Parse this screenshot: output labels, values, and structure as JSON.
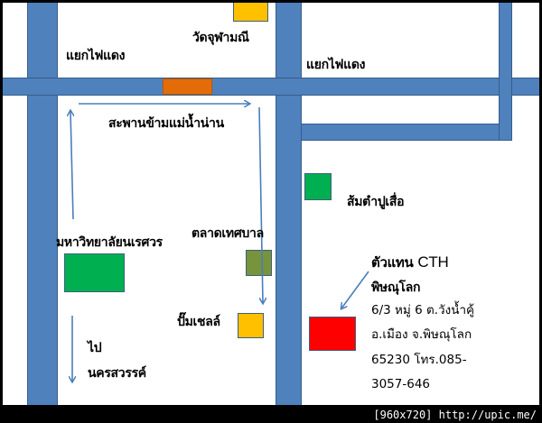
{
  "map": {
    "colors": {
      "road": "#4f81bd",
      "road_border": "#385d8a",
      "arrow": "#4a7ebb",
      "orange_bridge": "#e36c09",
      "yellow_temple": "#ffc000",
      "green_somtam": "#00b050",
      "green_university": "#00b050",
      "olive_market": "#77933c",
      "yellow_shell": "#ffc000",
      "red_agent": "#ff0000"
    },
    "labels": {
      "temple": "วัดจุฬามณี",
      "traffic_light_left": "แยกไฟแดง",
      "traffic_light_right": "แยกไฟแดง",
      "bridge": "สะพานข้ามแม่น้ำน่าน",
      "somtam": "ส้มตำปูเสื่อ",
      "university": "มหาวิทยาลัยนเรศวร",
      "market": "ตลาดเทศบาล",
      "shell": "ปั๊มเชลล์",
      "to_line1": "ไป",
      "to_line2": "นครสวรรค์"
    },
    "agent": {
      "title_th": "ตัวแทน",
      "title_brand": "CTH",
      "city": "พิษณุโลก",
      "address_lines": [
        "6/3  หมู่ 6 ต.วังน้ำคู้",
        "อ.เมือง  จ.พิษณุโลก",
        "65230  โทร.085-",
        "3057-646"
      ]
    }
  },
  "footer": {
    "watermark": "[960x720] http://upic.me/"
  }
}
